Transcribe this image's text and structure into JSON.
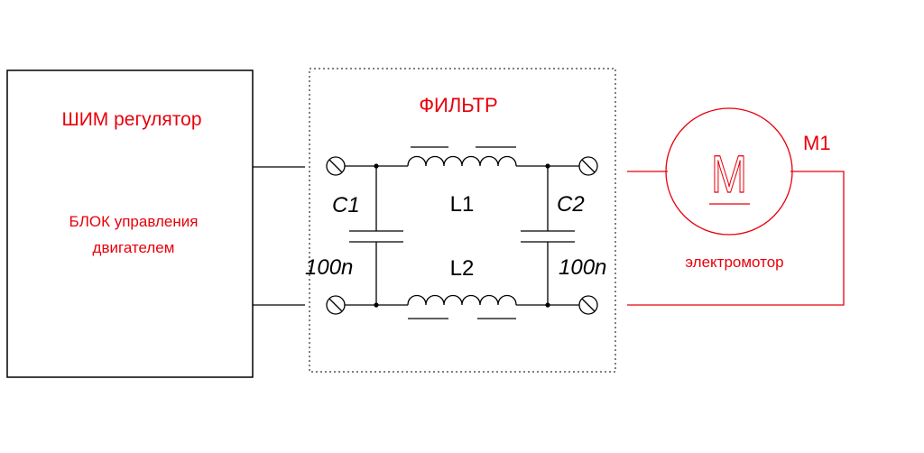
{
  "control_block": {
    "title": "ШИМ регулятор",
    "subtitle_line1": "БЛОК управления",
    "subtitle_line2": "двигателем"
  },
  "filter": {
    "title": "ФИЛЬТР",
    "c1": {
      "name": "C1",
      "value": "100n"
    },
    "c2": {
      "name": "C2",
      "value": "100n"
    },
    "l1": {
      "name": "L1"
    },
    "l2": {
      "name": "L2"
    }
  },
  "motor": {
    "designator": "M1",
    "symbol": "M",
    "caption": "электромотор"
  },
  "colors": {
    "accent": "#e8000b",
    "line": "#000000",
    "background": "#ffffff"
  }
}
